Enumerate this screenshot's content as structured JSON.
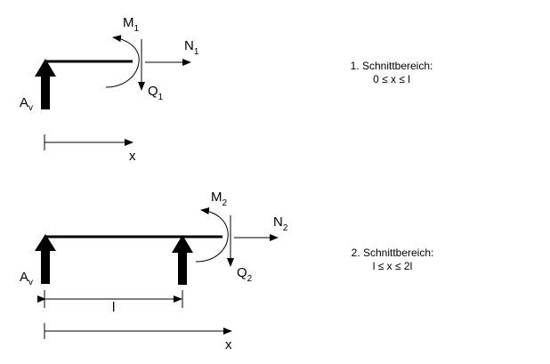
{
  "colors": {
    "ink": "#000000",
    "background": "#ffffff"
  },
  "section1": {
    "support_label": "A",
    "support_sub": "v",
    "moment_label": "M",
    "moment_sub": "1",
    "normal_label": "N",
    "normal_sub": "1",
    "shear_label": "Q",
    "shear_sub": "1",
    "coordinate_label": "x",
    "region_title": "1. Schnittbereich:",
    "region_range": "0 ≤ x ≤ l"
  },
  "section2": {
    "support_label": "A",
    "support_sub": "v",
    "moment_label": "M",
    "moment_sub": "2",
    "normal_label": "N",
    "normal_sub": "2",
    "shear_label": "Q",
    "shear_sub": "2",
    "span_label": "l",
    "coordinate_label": "x",
    "region_title": "2. Schnittbereich:",
    "region_range": "l ≤ x ≤ 2l"
  }
}
